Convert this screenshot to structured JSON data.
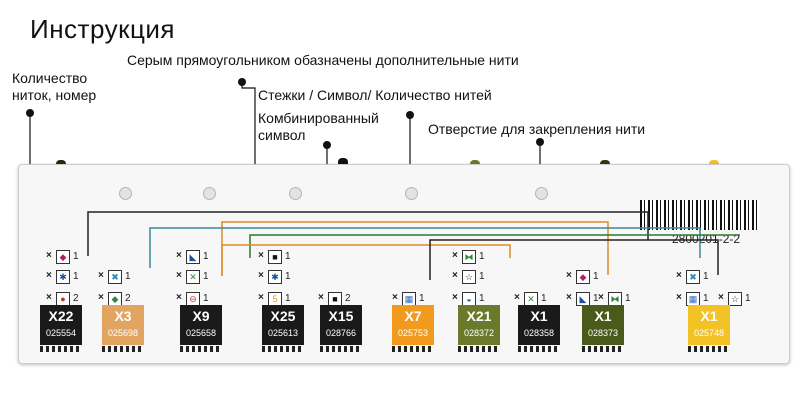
{
  "title": "Инструкция",
  "labels": {
    "count": "Количество\nниток, номер",
    "gray": "Серым прямоугольником обазначены дополнительные нити",
    "stitches": "Стежки / Символ/ Количество нитей",
    "combined": "Комбинированный\nсимвол",
    "hole": "Отверстие для закрепления нити"
  },
  "barcode_text": "2800201-2-2",
  "plates": [
    {
      "code": "X22",
      "num": "025554",
      "color": "#1a1a1a"
    },
    {
      "code": "X3",
      "num": "025698",
      "color": "#e2a561"
    },
    {
      "code": "X9",
      "num": "025658",
      "color": "#1a1a1a"
    },
    {
      "code": "X25",
      "num": "025613",
      "color": "#1a1a1a"
    },
    {
      "code": "X15",
      "num": "028766",
      "color": "#1a1a1a"
    },
    {
      "code": "X7",
      "num": "025753",
      "color": "#f29a1e"
    },
    {
      "code": "X21",
      "num": "028372",
      "color": "#6a7a2a"
    },
    {
      "code": "X1",
      "num": "028358",
      "color": "#1a1a1a"
    },
    {
      "code": "X1",
      "num": "028373",
      "color": "#4a5a1a"
    },
    {
      "code": "X1",
      "num": "025748",
      "color": "#f3c224"
    }
  ],
  "counts": [
    "1",
    "1",
    "2",
    "1",
    "2",
    "1",
    "1",
    "1",
    "1",
    "1",
    "2",
    "1",
    "1",
    "1",
    "1"
  ],
  "cross": "×"
}
